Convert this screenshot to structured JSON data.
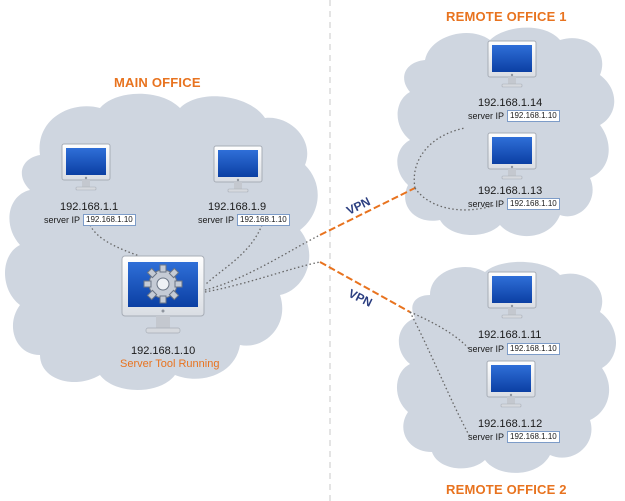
{
  "colors": {
    "office_label": "#e8731f",
    "cloud": "#cfd6e0",
    "vpn_line": "#e8731f",
    "vpn_label": "#2b3e80",
    "link": "#666666"
  },
  "main_office": {
    "title": "MAIN OFFICE",
    "server": {
      "ip": "192.168.1.10",
      "status": "Server Tool Running",
      "icon": "gear-icon"
    },
    "clients": [
      {
        "ip": "192.168.1.1",
        "server_label": "server IP",
        "server_ip": "192.168.1.10"
      },
      {
        "ip": "192.168.1.9",
        "server_label": "server IP",
        "server_ip": "192.168.1.10"
      }
    ]
  },
  "remote_office_1": {
    "title": "REMOTE OFFICE 1",
    "vpn_label": "VPN",
    "clients": [
      {
        "ip": "192.168.1.14",
        "server_label": "server IP",
        "server_ip": "192.168.1.10"
      },
      {
        "ip": "192.168.1.13",
        "server_label": "server IP",
        "server_ip": "192.168.1.10"
      }
    ]
  },
  "remote_office_2": {
    "title": "REMOTE OFFICE 2",
    "vpn_label": "VPN",
    "clients": [
      {
        "ip": "192.168.1.11",
        "server_label": "server IP",
        "server_ip": "192.168.1.10"
      },
      {
        "ip": "192.168.1.12",
        "server_label": "server IP",
        "server_ip": "192.168.1.10"
      }
    ]
  }
}
